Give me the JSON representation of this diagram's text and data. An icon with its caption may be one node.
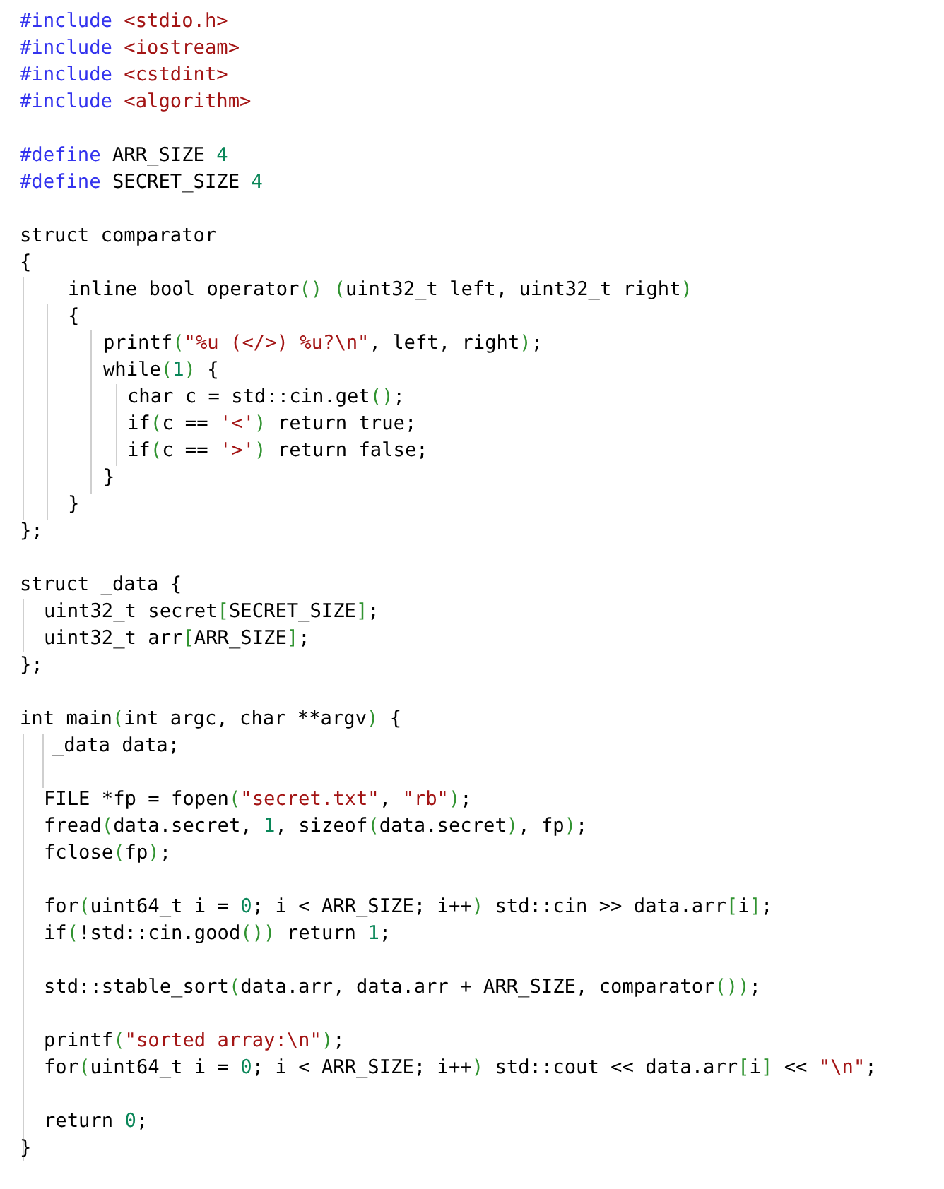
{
  "diagram": {
    "labels": [
      "#include <stdio.h>",
      "#include <iostream>",
      "#include <cstdint>",
      "#include <algorithm>",
      "#define ARR_SIZE 4",
      "#define SECRET_SIZE 4",
      "struct comparator",
      "{",
      "inline bool operator() (uint32_t left, uint32_t right)",
      "{",
      "printf(\"%u (</>) %u?\\n\", left, right);",
      "while(1) {",
      "char c = std::cin.get();",
      "if(c == '<') return true;",
      "if(c == '>') return false;",
      "}",
      "}",
      "};",
      "struct _data {",
      "uint32_t secret[SECRET_SIZE];",
      "uint32_t arr[ARR_SIZE];",
      "};",
      "int main(int argc, char **argv) {",
      "_data data;",
      "FILE *fp = fopen(\"secret.txt\", \"rb\");",
      "fread(data.secret, 1, sizeof(data.secret), fp);",
      "fclose(fp);",
      "for(uint64_t i = 0; i < ARR_SIZE; i++) std::cin >> data.arr[i];",
      "if(!std::cin.good()) return 1;",
      "std::stable_sort(data.arr, data.arr + ARR_SIZE, comparator());",
      "printf(\"sorted array:\\n\");",
      "for(uint64_t i = 0; i < ARR_SIZE; i++) std::cout << data.arr[i] << \"\\n\";",
      "return 0;",
      "}"
    ]
  }
}
